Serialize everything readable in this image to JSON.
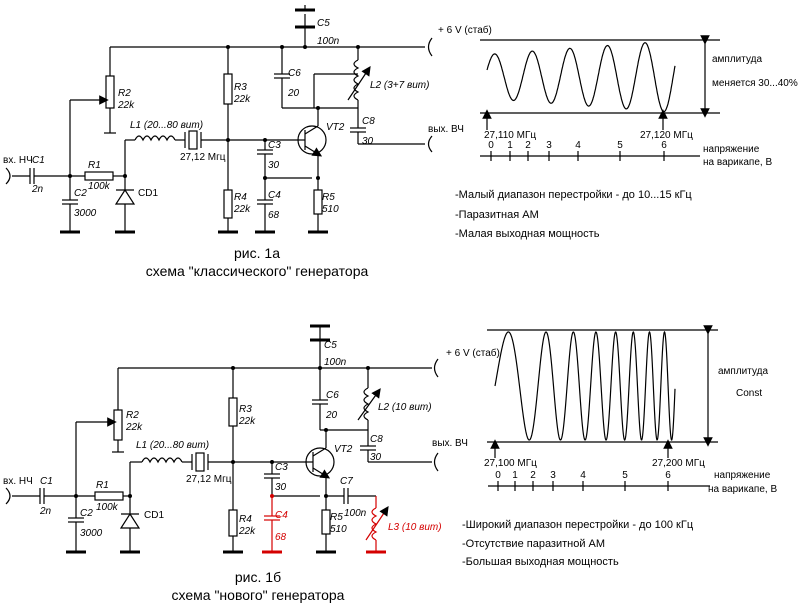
{
  "top": {
    "caption1": "рис. 1а",
    "caption2": "схема \"классического\" генератора",
    "power": "+ 6 V (стаб)",
    "input": "вх. НЧ",
    "output": "вых. ВЧ",
    "c1": "C1",
    "c1v": "2n",
    "c2": "C2",
    "c2v": "3000",
    "r1": "R1",
    "r1v": "100k",
    "r2": "R2",
    "r2v": "22k",
    "l1": "L1 (20...80 вит)",
    "xtal": "27,12 Мгц",
    "cd1": "CD1",
    "r3": "R3",
    "r3v": "22k",
    "r4": "R4",
    "r4v": "22k",
    "c3": "C3",
    "c3v": "30",
    "c4": "C4",
    "c4v": "68",
    "r5": "R5",
    "r5v": "510",
    "vt2": "VT2",
    "c5": "C5",
    "c5v": "100n",
    "c6": "C6",
    "c6v": "20",
    "l2": "L2 (3+7 вит)",
    "c8": "C8",
    "c8v": "30",
    "amp_label": "амплитуда",
    "amp_value": "меняется 30...40%",
    "freq_left": "27,110 МГц",
    "freq_right": "27,120 МГц",
    "voltage1": "напряжение",
    "voltage2": "на варикапе, В",
    "ticks": [
      "0",
      "1",
      "2",
      "3",
      "4",
      "5",
      "6"
    ],
    "notes": [
      "-Малый диапазон перестройки - до 10...15 кГц",
      "-Паразитная АМ",
      "-Малая выходная мощность"
    ]
  },
  "bottom": {
    "caption1": "рис. 1б",
    "caption2": "схема \"нового\" генератора",
    "power": "+ 6 V (стаб)",
    "input": "вх. НЧ",
    "output": "вых. ВЧ",
    "c1": "C1",
    "c1v": "2n",
    "c2": "C2",
    "c2v": "3000",
    "r1": "R1",
    "r1v": "100k",
    "r2": "R2",
    "r2v": "22k",
    "l1": "L1 (20...80 вит)",
    "xtal": "27,12 Мгц",
    "cd1": "CD1",
    "r3": "R3",
    "r3v": "22k",
    "r4": "R4",
    "r4v": "22k",
    "c3": "C3",
    "c3v": "30",
    "c4": "C4",
    "c4v": "68",
    "r5": "R5",
    "r5v": "510",
    "vt2": "VT2",
    "c5": "C5",
    "c5v": "100n",
    "c6": "C6",
    "c6v": "20",
    "l2": "L2 (10 вит)",
    "c8": "C8",
    "c8v": "30",
    "c7": "C7",
    "c7v": "100n",
    "l3": "L3 (10 вит)",
    "amp_label": "амплитуда",
    "amp_value": "Const",
    "freq_left": "27,100 МГц",
    "freq_right": "27,200 МГц",
    "voltage1": "напряжение",
    "voltage2": "на варикапе, В",
    "ticks": [
      "0",
      "1",
      "2",
      "3",
      "4",
      "5",
      "6"
    ],
    "notes": [
      "-Широкий диапазон перестройки - до 100 кГц",
      "-Отсутствие паразитной АМ",
      "-Большая выходная мощность"
    ]
  },
  "colors": {
    "wire": "#000000",
    "highlight": "#d40000"
  }
}
